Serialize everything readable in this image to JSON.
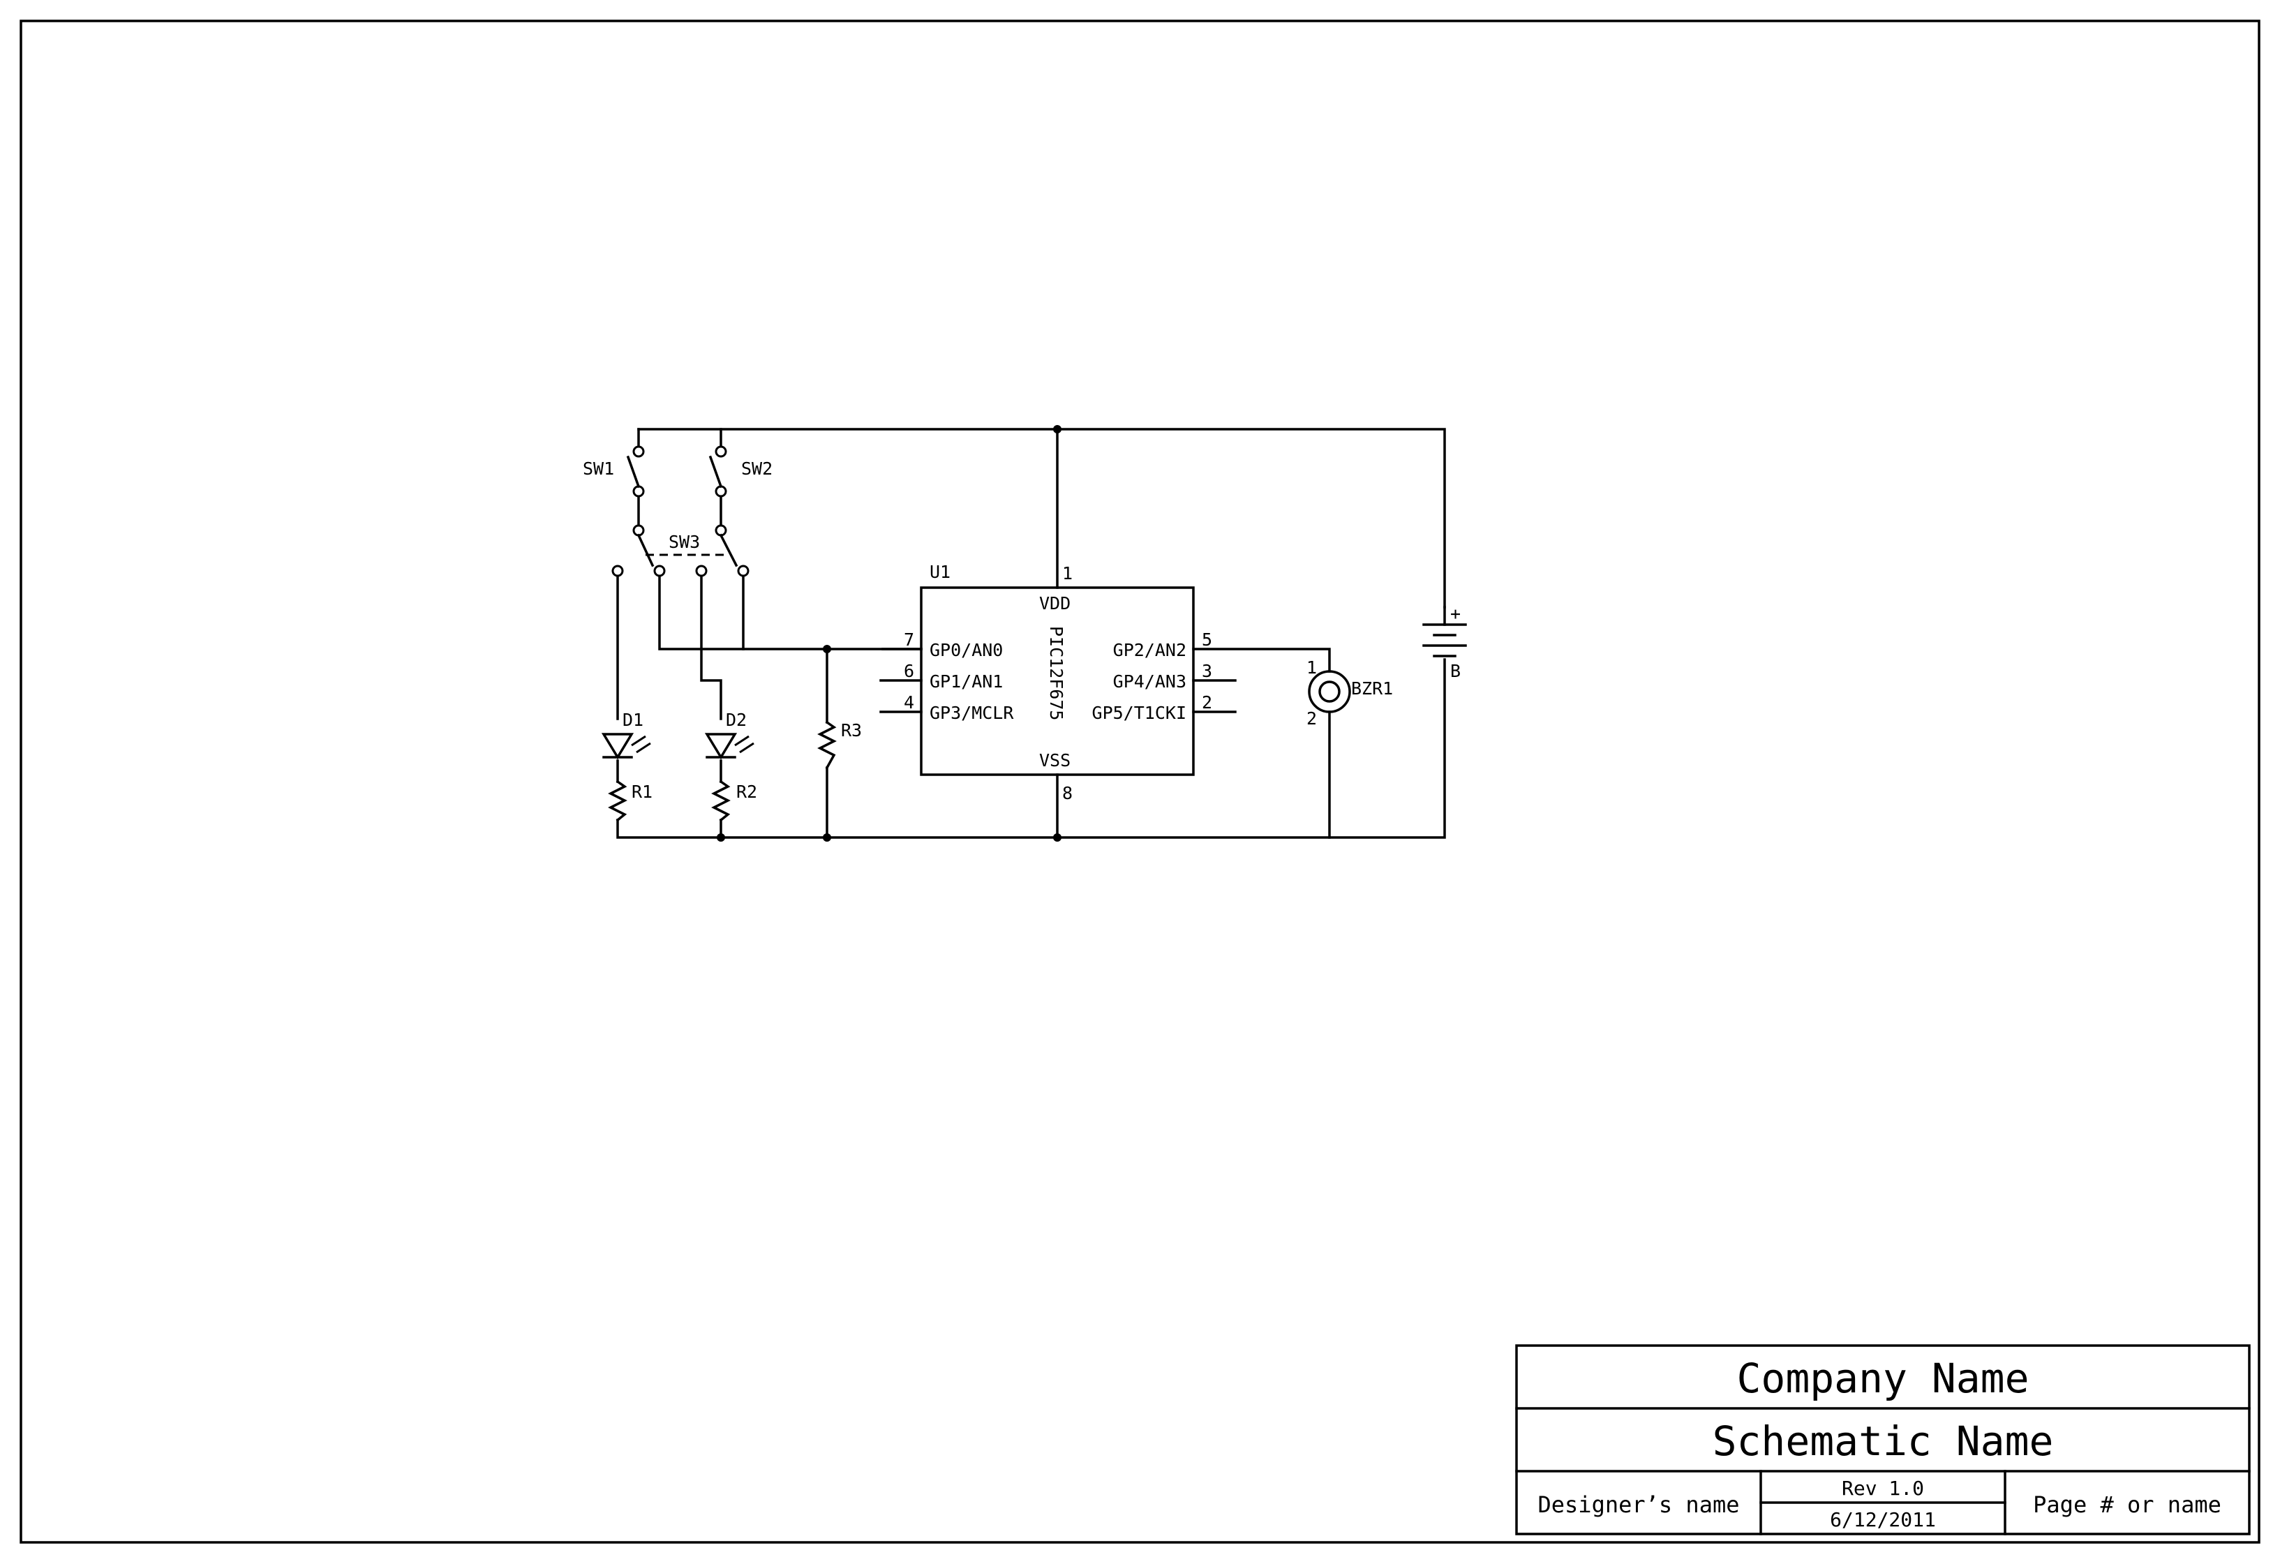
{
  "components": {
    "sw1": "SW1",
    "sw2": "SW2",
    "sw3": "SW3",
    "d1": "D1",
    "d2": "D2",
    "r1": "R1",
    "r2": "R2",
    "r3": "R3",
    "bzr1": "BZR1",
    "battery_plus": "+",
    "battery": "B"
  },
  "ic": {
    "ref": "U1",
    "part": "PIC12F675",
    "pins": {
      "vdd": {
        "num": "1",
        "name": "VDD"
      },
      "vss": {
        "num": "8",
        "name": "VSS"
      },
      "gp0": {
        "num": "7",
        "name": "GP0/AN0"
      },
      "gp1": {
        "num": "6",
        "name": "GP1/AN1"
      },
      "gp3": {
        "num": "4",
        "name": "GP3/MCLR"
      },
      "gp2": {
        "num": "5",
        "name": "GP2/AN2"
      },
      "gp4": {
        "num": "3",
        "name": "GP4/AN3"
      },
      "gp5": {
        "num": "2",
        "name": "GP5/T1CKI"
      }
    }
  },
  "buzzer_pins": {
    "p1": "1",
    "p2": "2"
  },
  "title_block": {
    "company": "Company Name",
    "schematic": "Schematic Name",
    "designer": "Designer’s name",
    "rev": "Rev 1.0",
    "date": "6/12/2011",
    "page": "Page # or name"
  }
}
